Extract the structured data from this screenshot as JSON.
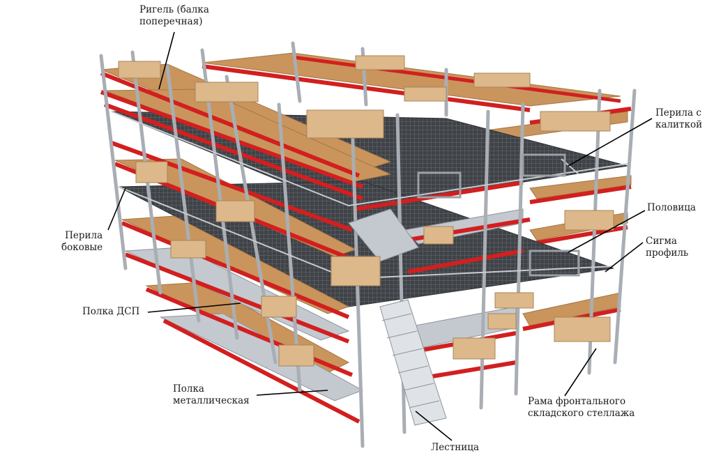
{
  "colors": {
    "beam": "#d21f1f",
    "upright": "#b9bec4",
    "upright_dark": "#8e949b",
    "wood": "#c9955c",
    "wood_dark": "#b07d46",
    "deck": "#454545",
    "steel_shelf": "#c4c9cf",
    "box": "#dcb88b",
    "leader": "#000000"
  },
  "labels": {
    "rigel": [
      "Ригель (балка",
      "поперечная)"
    ],
    "railing_gate": [
      "Перила с",
      "калиткой"
    ],
    "side_railing": [
      "Перила",
      "боковые"
    ],
    "floor": [
      "Половица"
    ],
    "sigma": [
      "Сигма",
      "профиль"
    ],
    "chipboard_shelf": [
      "Полка ДСП"
    ],
    "metal_shelf": [
      "Полка",
      "металлическая"
    ],
    "frame": [
      "Рама фронтального",
      "складского стеллажа"
    ],
    "stairs": [
      "Лестница"
    ]
  }
}
